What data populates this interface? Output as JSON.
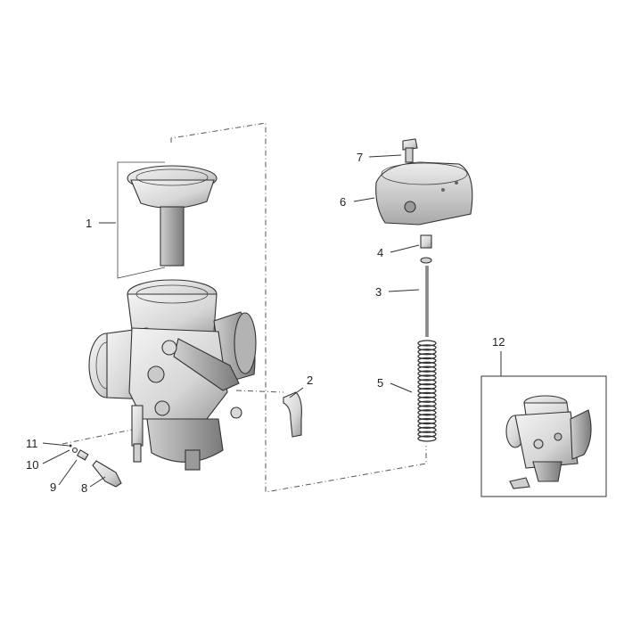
{
  "callouts": {
    "c1": "1",
    "c2": "2",
    "c3": "3",
    "c4": "4",
    "c5": "5",
    "c6": "6",
    "c7": "7",
    "c8": "8",
    "c9": "9",
    "c10": "10",
    "c11": "11",
    "c12": "12"
  },
  "colors": {
    "line": "#333333",
    "body_fill": "#e8e8e8",
    "shadow_fill": "#bdbdbd"
  }
}
